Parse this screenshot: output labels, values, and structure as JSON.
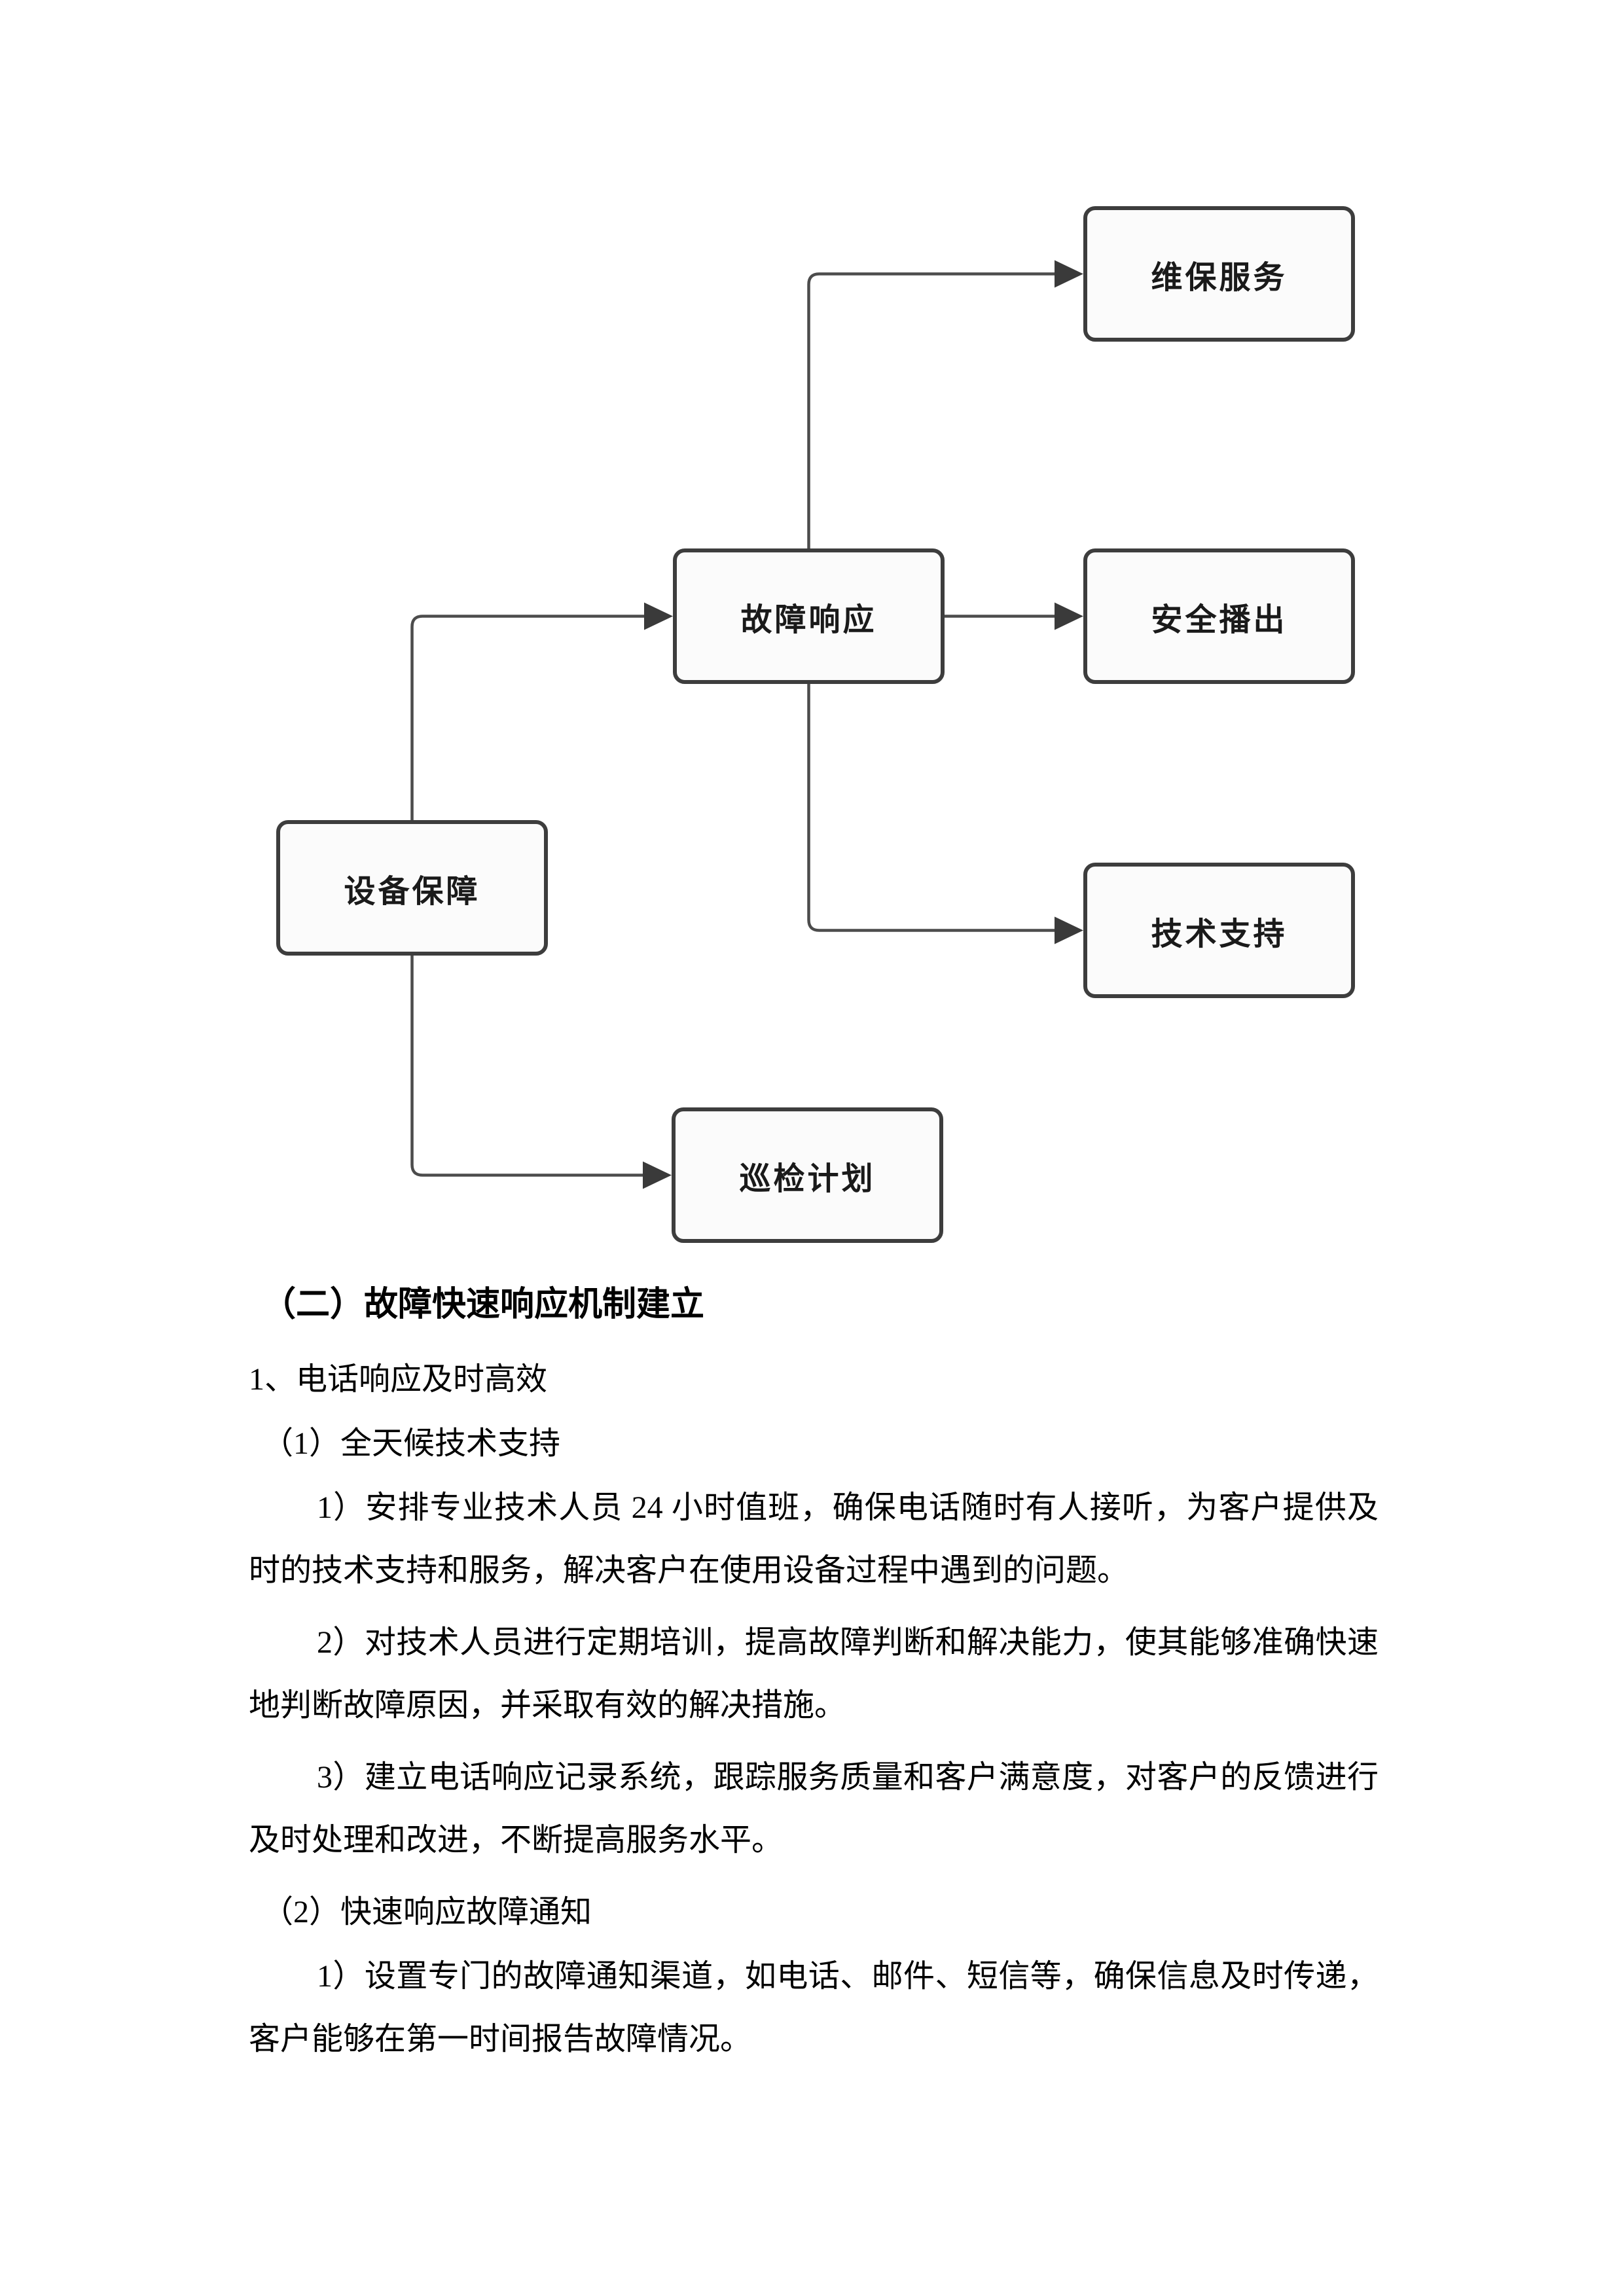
{
  "page": {
    "background": "#ffffff"
  },
  "diagram": {
    "colors": {
      "box_border": "#3d3d3d",
      "box_fill": "#fbfbfb",
      "connector": "#4c4c4c",
      "arrow": "#3a3a3a",
      "label": "#1a1a1a"
    },
    "nodes": [
      {
        "label": "维保服务"
      },
      {
        "label": "故障响应"
      },
      {
        "label": "安全播出"
      },
      {
        "label": "技术支持"
      },
      {
        "label": "设备保障"
      },
      {
        "label": "巡检计划"
      }
    ]
  },
  "content": {
    "section_heading": "（二）故障快速响应机制建立",
    "subsection_heading": "1、电话响应及时高效",
    "item1_title": "（1）全天候技术支持",
    "paragraphs1": {
      "p1": "1）安排专业技术人员 24 小时值班，确保电话随时有人接听，为客户提供及时的技术支持和服务，解决客户在使用设备过程中遇到的问题。",
      "p2": "2）对技术人员进行定期培训，提高故障判断和解决能力，使其能够准确快速地判断故障原因，并采取有效的解决措施。",
      "p3": "3）建立电话响应记录系统，跟踪服务质量和客户满意度，对客户的反馈进行及时处理和改进，不断提高服务水平。"
    },
    "item2_title": "（2）快速响应故障通知",
    "paragraphs2": {
      "p1": "1）设置专门的故障通知渠道，如电话、邮件、短信等，确保信息及时传递，客户能够在第一时间报告故障情况。"
    }
  }
}
